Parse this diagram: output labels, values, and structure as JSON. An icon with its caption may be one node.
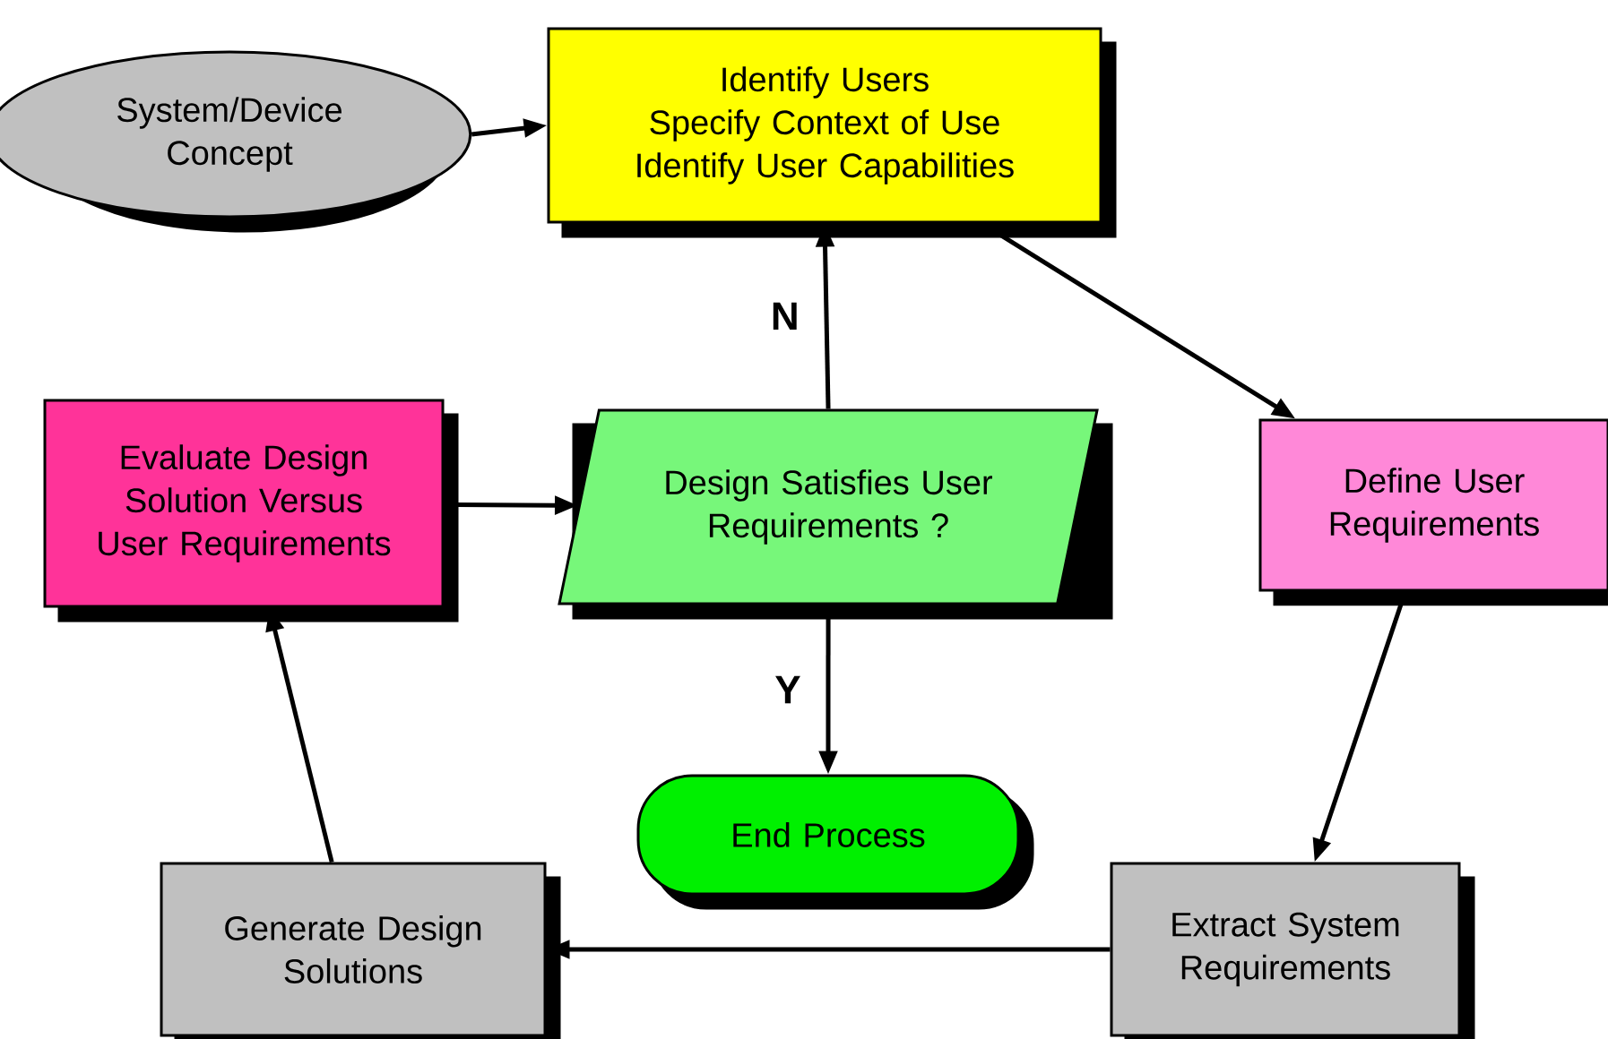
{
  "diagram": {
    "nodes": [
      {
        "text": [
          "System/Device Concept"
        ]
      },
      {
        "text": [
          "Identify Users",
          "Specify Context of Use",
          "Identify User Capabilities"
        ]
      },
      {
        "text": [
          "Evaluate Design Solution Versus User Requirements"
        ]
      },
      {
        "text": [
          "Design Satisfies User Requirements ?"
        ]
      },
      {
        "text": [
          "Define User Requirements"
        ]
      },
      {
        "text": [
          "End Process"
        ]
      },
      {
        "text": [
          "Generate Design Solutions"
        ]
      },
      {
        "text": [
          "Extract System Requirements"
        ]
      }
    ],
    "edges": [
      {
        "from": 0,
        "to": 1,
        "arrow": "to"
      },
      {
        "from": 3,
        "to": 1,
        "arrow": "to",
        "label": "N"
      },
      {
        "from": 1,
        "to": 4,
        "arrow": "to"
      },
      {
        "from": 3,
        "to": 5,
        "arrow": "to",
        "label": "Y"
      },
      {
        "from": 4,
        "to": 7,
        "arrow": "to"
      },
      {
        "from": 7,
        "to": 6,
        "arrow": "to"
      },
      {
        "from": 6,
        "to": 2,
        "arrow": "to"
      },
      {
        "from": 2,
        "to": 3,
        "arrow": "to"
      }
    ]
  }
}
